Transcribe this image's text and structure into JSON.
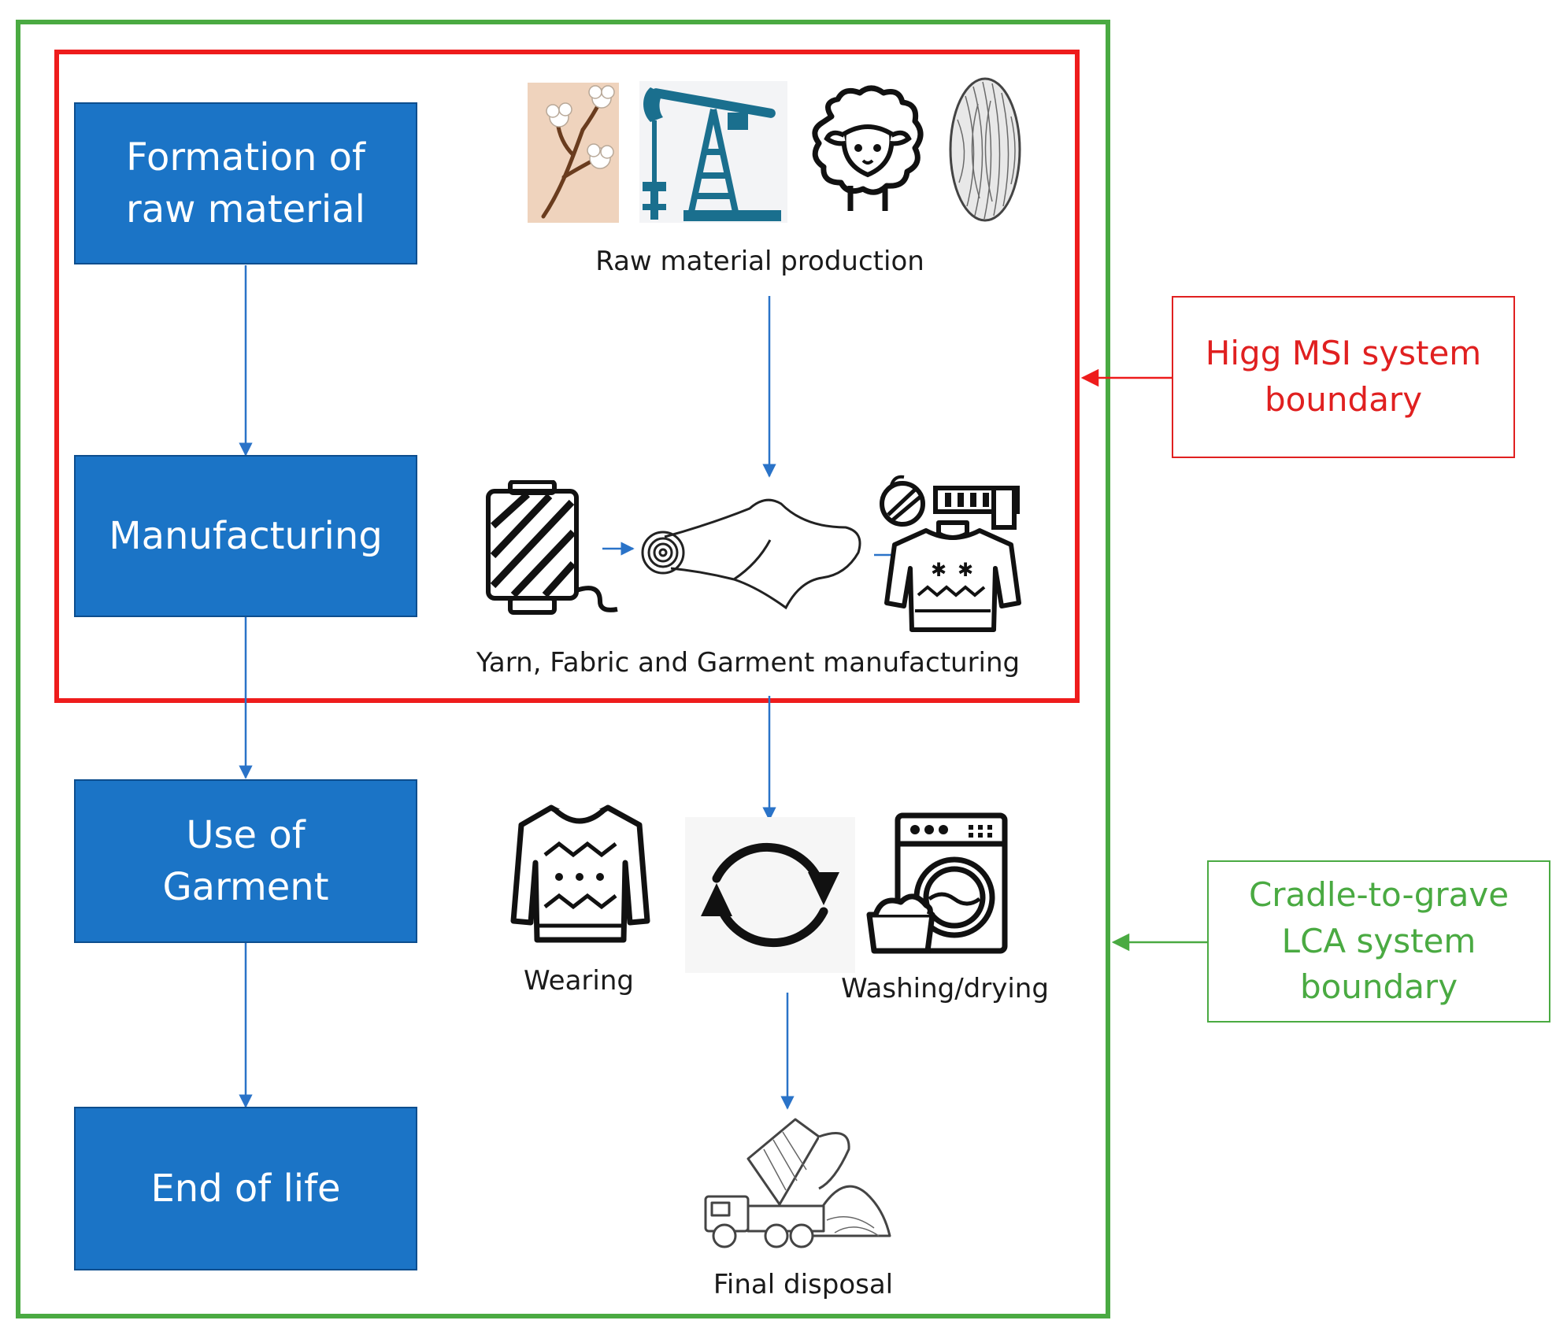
{
  "steps": [
    {
      "id": "formation",
      "label": "Formation of raw material"
    },
    {
      "id": "manufacturing",
      "label": "Manufacturing"
    },
    {
      "id": "use",
      "label": "Use of Garment"
    },
    {
      "id": "end_of_life",
      "label": "End of life"
    }
  ],
  "boundaries": {
    "msi": {
      "label": "Higg MSI system boundary",
      "color": "#ee1c1c"
    },
    "lca": {
      "label": "Cradle-to-grave LCA system boundary",
      "color": "#4aaa42"
    }
  },
  "captions": {
    "raw_material": "Raw material production",
    "manufacturing": "Yarn, Fabric and Garment manufacturing",
    "wearing": "Wearing",
    "washing": "Washing/drying",
    "disposal": "Final disposal"
  },
  "icons": [
    "cotton-icon",
    "oil-pump-icon",
    "sheep-icon",
    "wool-fiber-icon",
    "yarn-spool-icon",
    "fabric-roll-icon",
    "knitted-sweater-icon",
    "sweater-icon",
    "cycle-arrows-icon",
    "washing-machine-icon",
    "dump-truck-icon"
  ],
  "colors": {
    "step_fill": "#1b74c6",
    "arrow": "#2a73c8"
  }
}
